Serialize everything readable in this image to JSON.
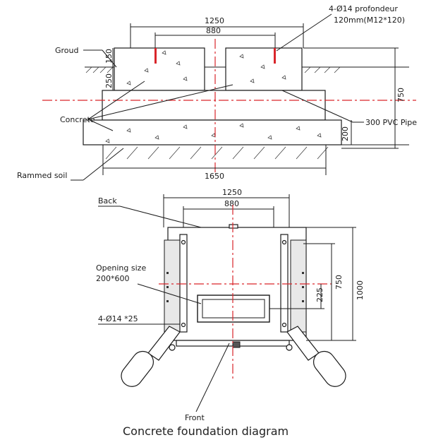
{
  "caption": "Concrete foundation diagram",
  "section_view": {
    "labels": {
      "ground": "Groud",
      "concrete": "Concrete",
      "rammed_soil": "Rammed soil",
      "pvc_pipe": "300 PVC Pipe",
      "anchor_line1": "4-Ø14 profondeur",
      "anchor_line2": "120mm(M12*120)"
    },
    "dimensions": {
      "top_width": "1250",
      "inner_width": "880",
      "bottom_width": "1650",
      "top_depth": "150",
      "mid_depth": "250",
      "total_height": "750",
      "base_height": "200"
    }
  },
  "plan_view": {
    "labels": {
      "back": "Back",
      "front": "Front",
      "opening_line1": "Opening size",
      "opening_line2": "200*600",
      "holes": "4-Ø14 *25"
    },
    "dimensions": {
      "top_width": "1250",
      "inner_width": "880",
      "depth": "1000",
      "half_depth": "750",
      "opening_offset": "225"
    }
  }
}
